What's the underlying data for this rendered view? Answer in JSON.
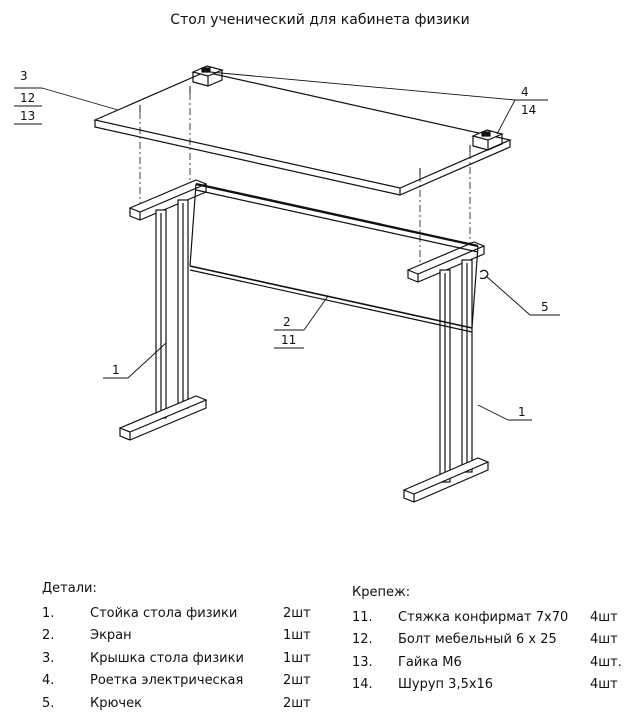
{
  "title": "Стол ученический для кабинета физики",
  "callouts": {
    "c3": "3",
    "c12": "12",
    "c13": "13",
    "c4": "4",
    "c14": "14",
    "c5": "5",
    "c2": "2",
    "c11": "11",
    "c1a": "1",
    "c1b": "1"
  },
  "parts": {
    "header": "Детали:",
    "items": [
      {
        "num": "1.",
        "name": "Стойка стола физики",
        "qty": "2шт"
      },
      {
        "num": "2.",
        "name": "Экран",
        "qty": "1шт"
      },
      {
        "num": "3.",
        "name": "Крышка стола физики",
        "qty": "1шт"
      },
      {
        "num": "4.",
        "name": "Роетка электрическая",
        "qty": "2шт"
      },
      {
        "num": "5.",
        "name": "Крючек",
        "qty": "2шт"
      }
    ]
  },
  "fasteners": {
    "header": "Крепеж:",
    "items": [
      {
        "num": "11.",
        "name": "Стяжка конфирмат 7x70",
        "qty": "4шт"
      },
      {
        "num": "12.",
        "name": "Болт мебельный 6 x 25",
        "qty": "4шт"
      },
      {
        "num": "13.",
        "name": "Гайка М6",
        "qty": "4шт."
      },
      {
        "num": "14.",
        "name": "Шуруп 3,5x16",
        "qty": "4шт"
      }
    ]
  }
}
